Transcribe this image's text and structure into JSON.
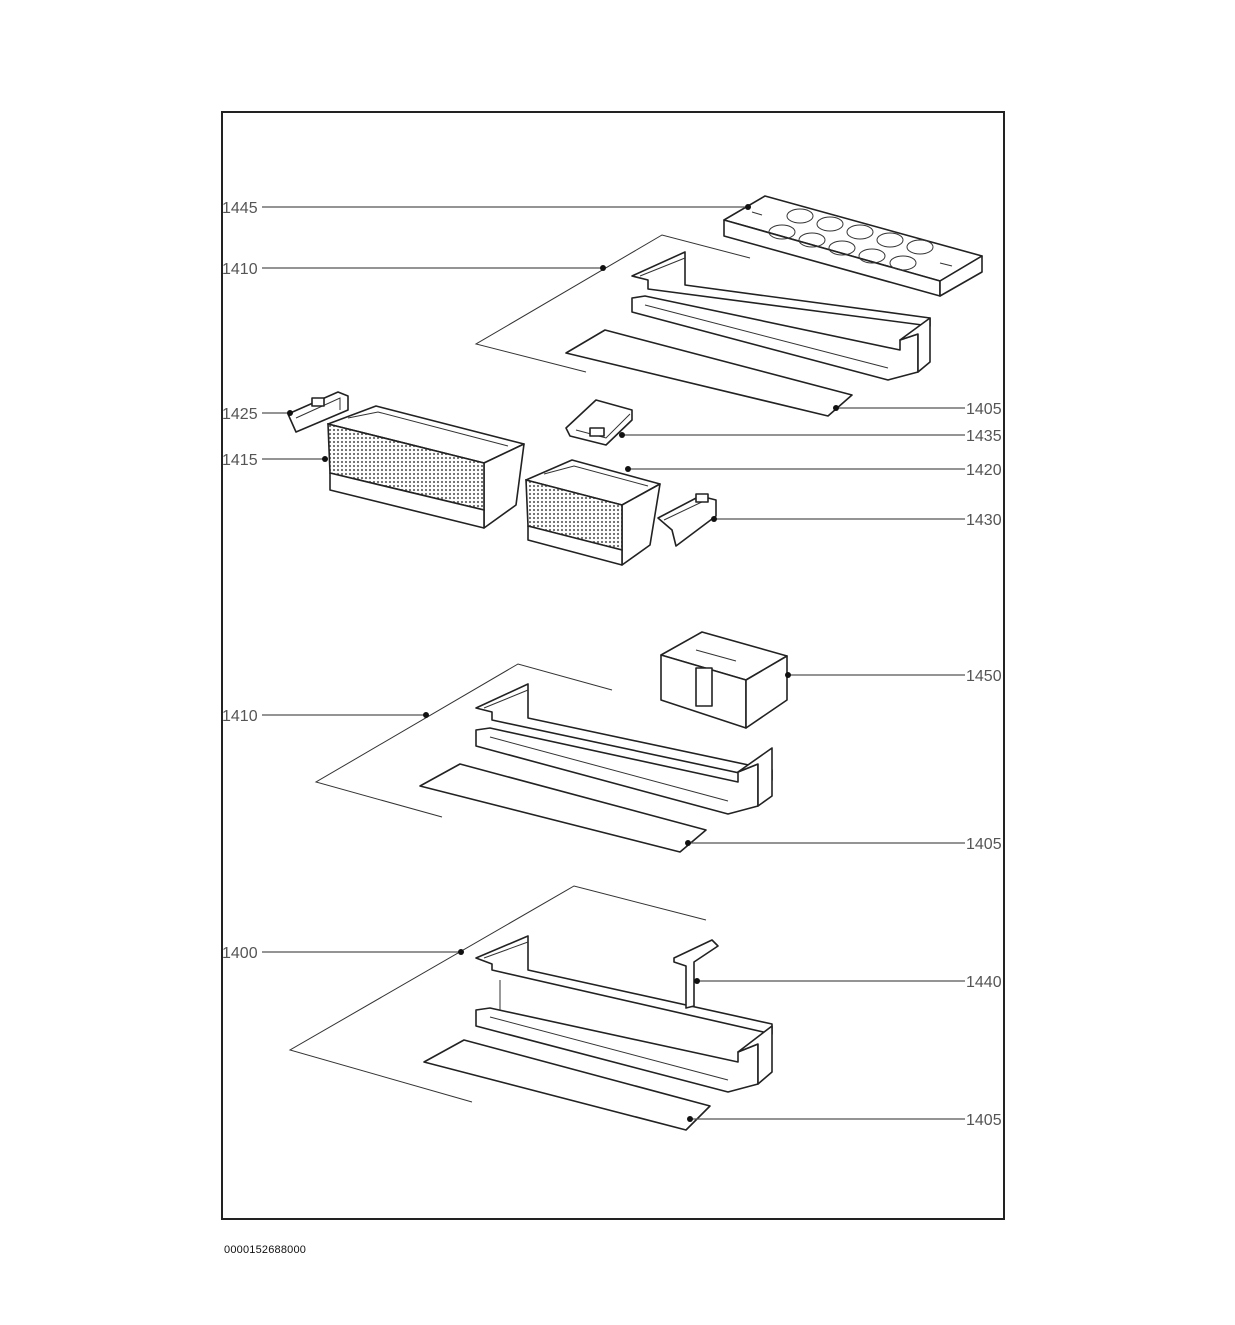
{
  "document_id": "0000152688000",
  "labels": {
    "l1445": "1445",
    "l1410_top": "1410",
    "l1425": "1425",
    "l1415": "1415",
    "l1405_a": "1405",
    "l1435": "1435",
    "l1420": "1420",
    "l1430": "1430",
    "l1450": "1450",
    "l1410_mid": "1410",
    "l1405_b": "1405",
    "l1400": "1400",
    "l1440": "1440",
    "l1405_c": "1405"
  },
  "colors": {
    "frame": "#222222",
    "leader": "#555555",
    "mesh": "#8a8a8a"
  }
}
